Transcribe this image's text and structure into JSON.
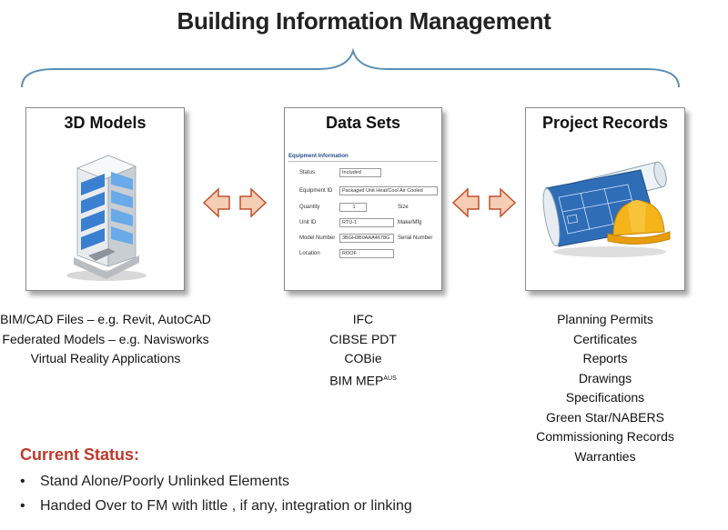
{
  "title": "Building Information Management",
  "panels": {
    "models": {
      "title": "3D Models",
      "captions": [
        "BIM/CAD Files – e.g. Revit, AutoCAD",
        "Federated Models – e.g. Navisworks",
        "Virtual Reality Applications"
      ]
    },
    "datasets": {
      "title": "Data Sets",
      "captions": [
        "IFC",
        "CIBSE PDT",
        "COBie",
        "BIM MEP"
      ],
      "bim_mep_superscript": "AUS",
      "form": {
        "heading": "Equipment Information",
        "status_label": "Status",
        "status_value": "Included",
        "equipment_id_label": "Equipment ID",
        "equipment_id_value": "Packaged Unit Heat/Cool Air Cooled",
        "quantity_label": "Quantity",
        "quantity_value": "1",
        "size_label": "Size",
        "unit_id_label": "Unit ID",
        "unit_id_value": "RTU-1",
        "make_label": "Make/Mfg",
        "model_label": "Model Number",
        "model_value": "3BGH3B0AAA4678G",
        "serial_label": "Serial Number",
        "location_label": "Location",
        "location_value": "ROOF"
      }
    },
    "records": {
      "title": "Project Records",
      "captions": [
        "Planning Permits",
        "Certificates",
        "Reports",
        "Drawings",
        "Specifications",
        "Green Star/NABERS",
        "Commissioning Records",
        "Warranties"
      ]
    }
  },
  "current_status": {
    "heading": "Current Status:",
    "bullets": [
      "Stand Alone/Poorly Unlinked Elements",
      "Handed Over to FM with little , if any, integration or linking"
    ]
  },
  "colors": {
    "arrow_fill": "#f6cdb5",
    "arrow_stroke": "#c0502b",
    "brace": "#5b8fb4",
    "status_heading": "#c0392b"
  },
  "icons": [
    "office-building-icon",
    "blueprints-hardhat-icon",
    "double-arrow-icon"
  ]
}
